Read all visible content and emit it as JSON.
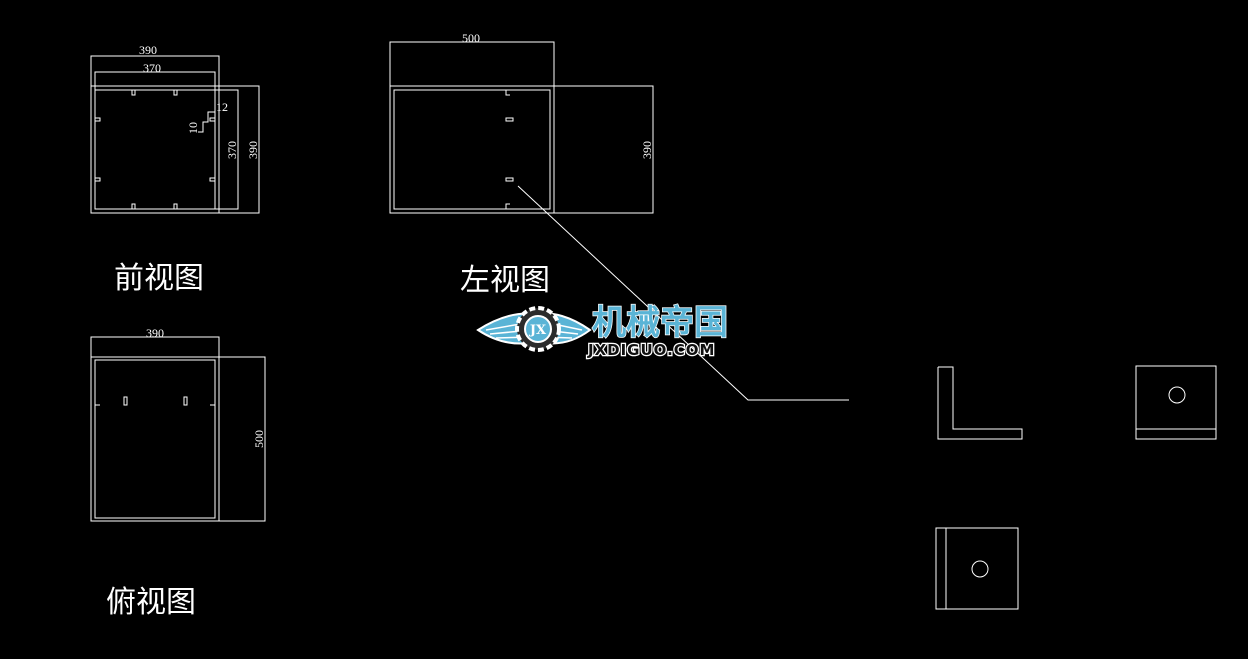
{
  "views": {
    "front": {
      "label": "前视图",
      "dims": {
        "outer_width": "390",
        "inner_width": "370",
        "gap": "12",
        "slot": "10",
        "inner_height": "370",
        "outer_height": "390"
      }
    },
    "left": {
      "label": "左视图",
      "dims": {
        "width": "500",
        "height": "390"
      }
    },
    "top": {
      "label": "俯视图",
      "dims": {
        "width": "390",
        "depth": "500"
      }
    }
  },
  "watermark": {
    "name_cn": "机械帝国",
    "domain": "JXDIGUO.COM",
    "emblem_text": "JX",
    "colors": {
      "primary": "#5ab4d6",
      "outline": "#ffffff"
    }
  },
  "colors": {
    "background": "#000000",
    "lines": "#ffffff"
  }
}
